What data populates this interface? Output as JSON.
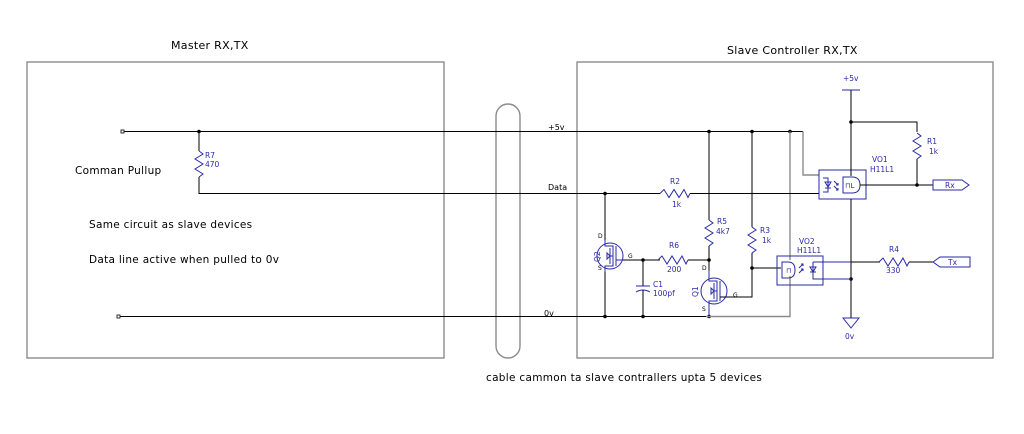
{
  "titles": {
    "master": "Master RX,TX",
    "slave": "Slave Controller RX,TX"
  },
  "notes": {
    "pullup": "Comman Pullup",
    "same_circuit": "Same circuit as slave devices",
    "data_active": "Data line active when pulled to 0v",
    "cable": "cable cammon ta slave contrallers upta 5 devices"
  },
  "nets": {
    "plus5v": "+5v",
    "data": "Data",
    "zero_v": "0v",
    "rail_plus5v": "+5v",
    "ground": "0v"
  },
  "components": {
    "R7": {
      "ref": "R7",
      "value": "470"
    },
    "R1": {
      "ref": "R1",
      "value": "1k"
    },
    "R2": {
      "ref": "R2",
      "value": "1k"
    },
    "R3": {
      "ref": "R3",
      "value": "1k"
    },
    "R4": {
      "ref": "R4",
      "value": "330"
    },
    "R5": {
      "ref": "R5",
      "value": "4k7"
    },
    "R6": {
      "ref": "R6",
      "value": "200"
    },
    "C1": {
      "ref": "C1",
      "value": "100pf"
    },
    "Q1": {
      "ref": "Q1",
      "pins": {
        "d": "D",
        "g": "G",
        "s": "S"
      }
    },
    "Q2": {
      "ref": "Q2",
      "pins": {
        "d": "D",
        "g": "G",
        "s": "S"
      }
    },
    "VO1": {
      "ref": "VO1",
      "value": "H11L1"
    },
    "VO2": {
      "ref": "VO2",
      "value": "H11L1"
    }
  },
  "ports": {
    "rx": "Rx",
    "tx": "Tx"
  },
  "colors": {
    "wire": "#000000",
    "component": "#2a2aa8",
    "box": "#8c8c8c"
  }
}
